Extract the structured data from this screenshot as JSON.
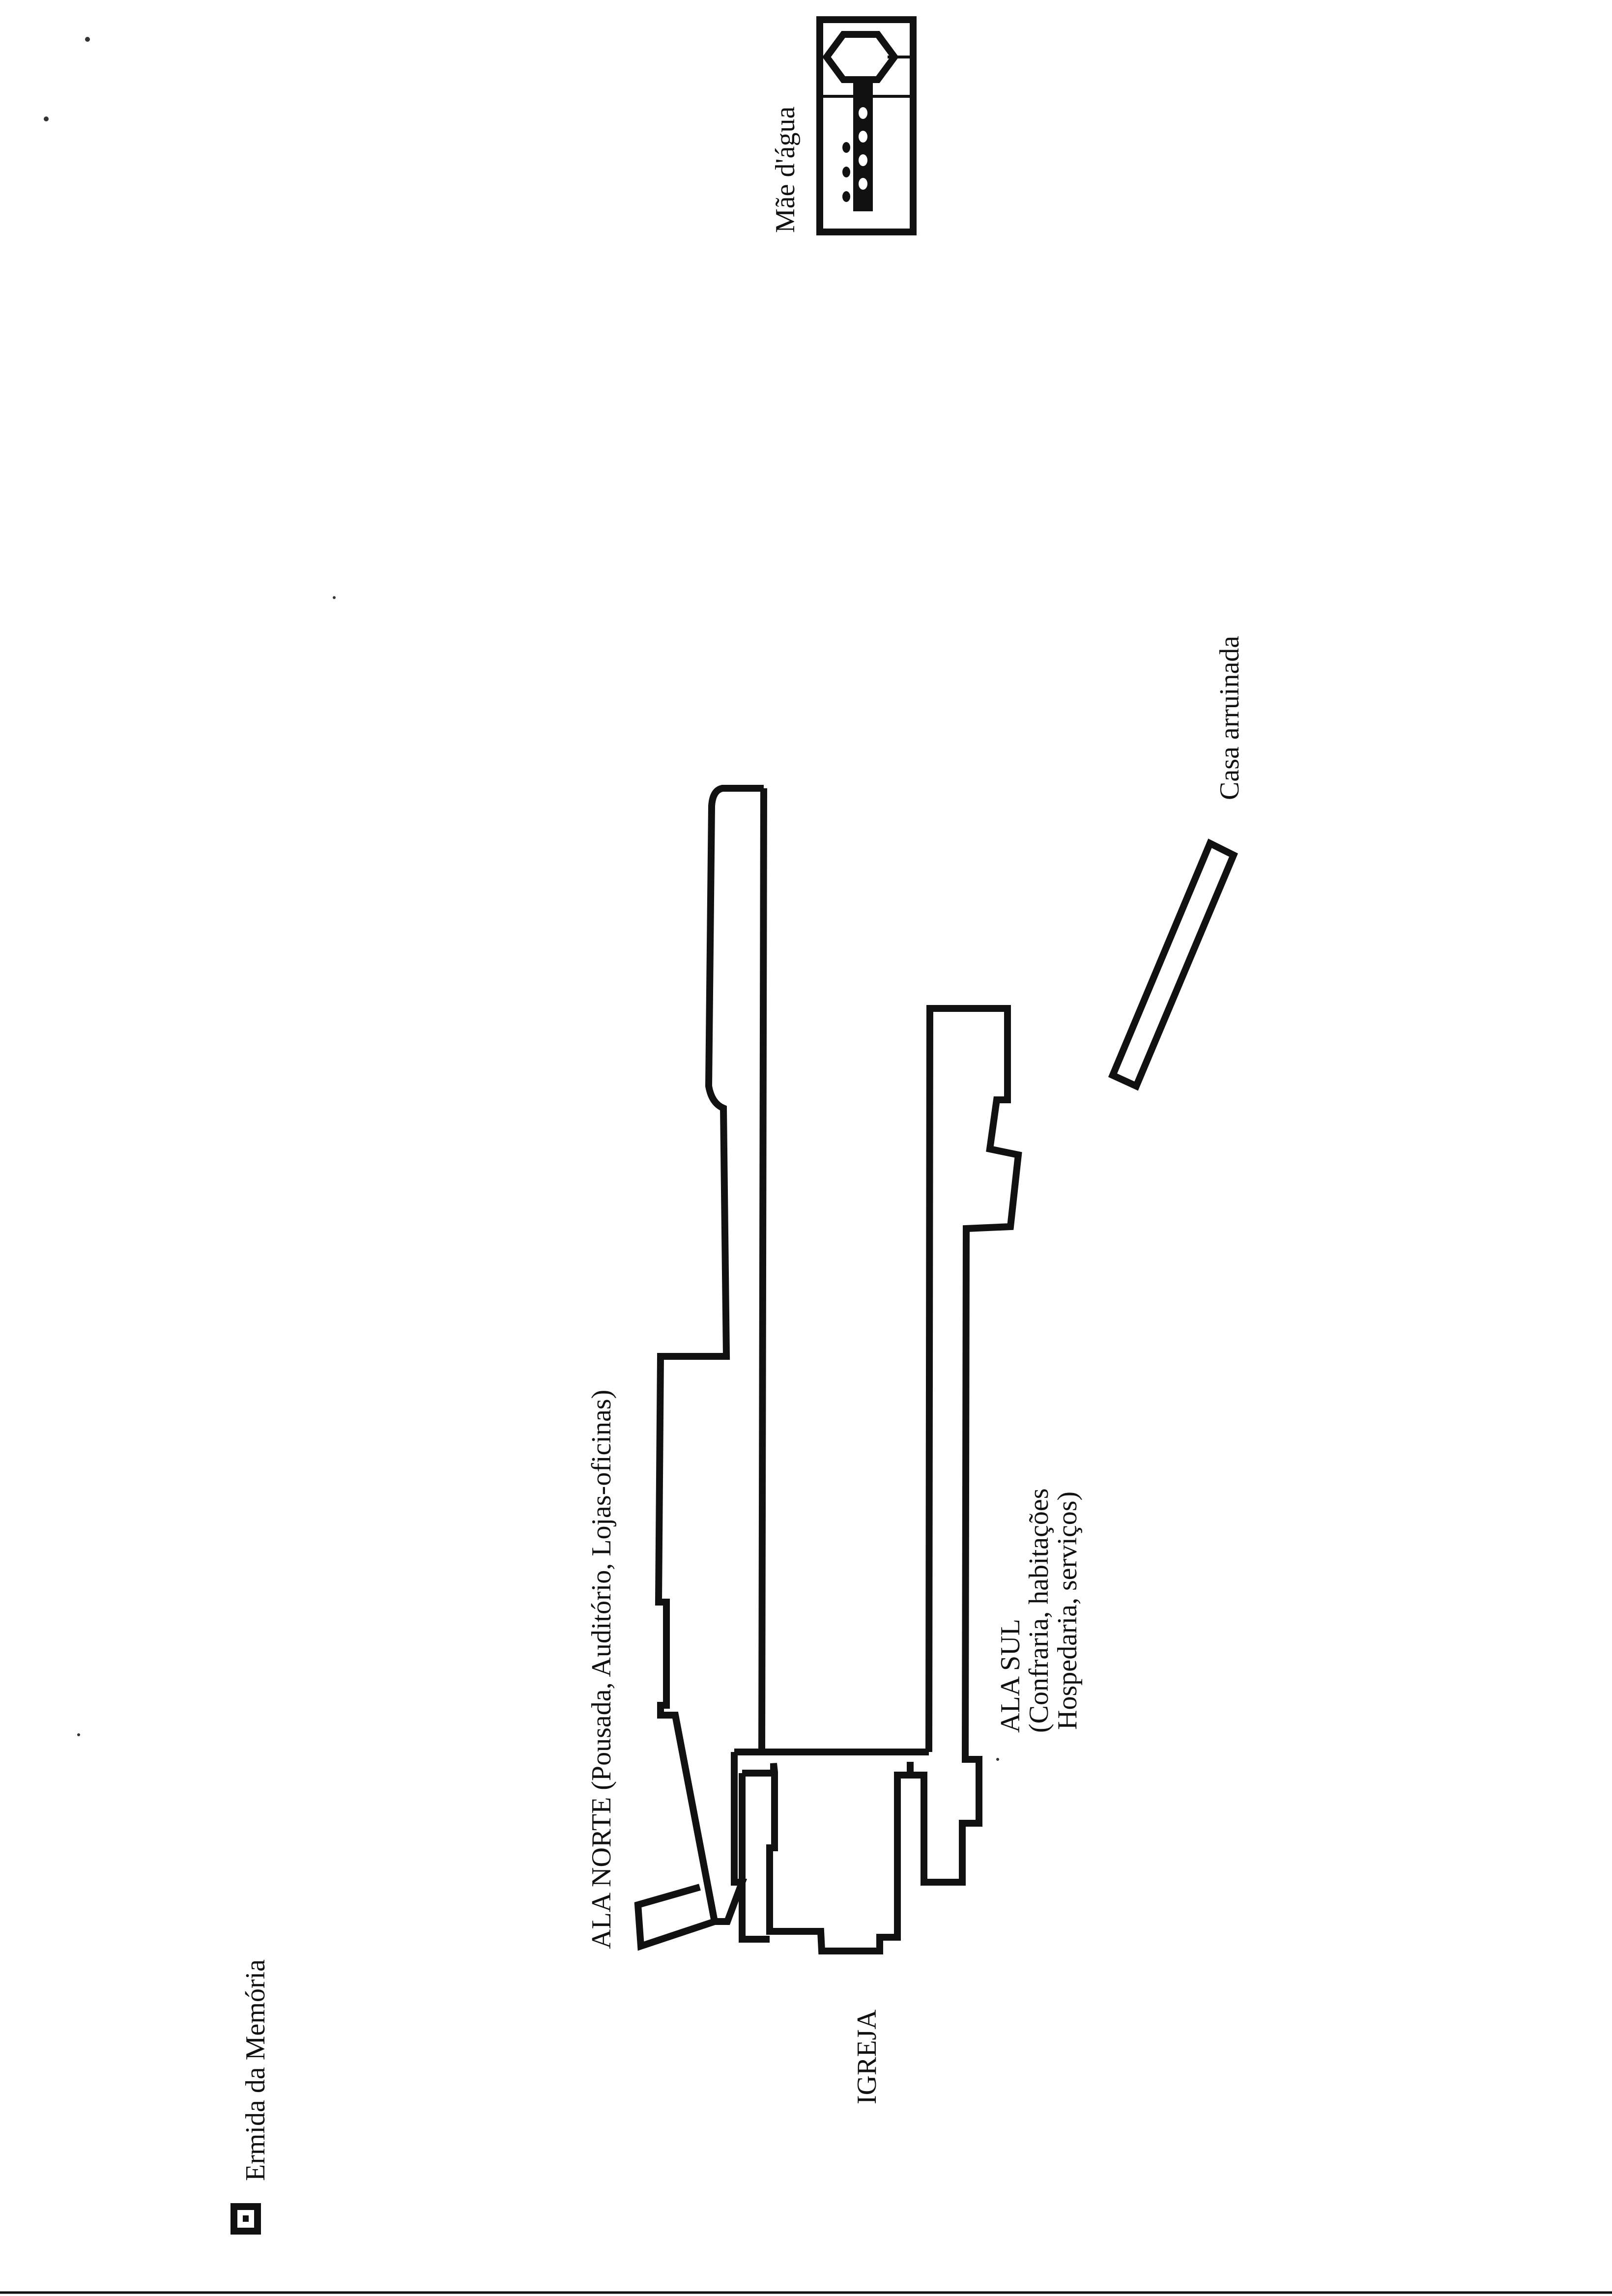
{
  "labels": {
    "mae_dagua": "Mãe d'água",
    "casa_arruinada": "Casa arruinada",
    "ala_norte": "ALA NORTE (Pousada, Auditório, Lojas-oficinas)",
    "ala_sul_title": "ALA SUL",
    "ala_sul_line1": "(Confraria, habitações",
    "ala_sul_line2": "Hospedaria, serviços)",
    "igreja": "IGREJA",
    "ermida": "Ermida da Memória"
  },
  "colors": {
    "ink": "#111111",
    "paper": "#ffffff"
  }
}
